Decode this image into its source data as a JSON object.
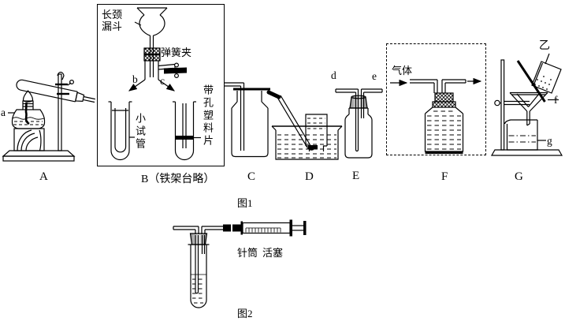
{
  "figure1": {
    "caption": "图1",
    "a": {
      "caption": "A",
      "port_a": "a"
    },
    "b": {
      "caption": "B（铁架台略）",
      "funnel_label": "长颈\n漏斗",
      "spring_clamp_label": "弹簧夹",
      "port_b": "b",
      "port_c": "c",
      "small_test_tube_label": "小试管",
      "perforated_plastic_label": "带孔塑料片"
    },
    "c": {
      "caption": "C"
    },
    "d": {
      "caption": "D"
    },
    "e": {
      "caption": "E",
      "port_d": "d",
      "port_e": "e"
    },
    "f": {
      "caption": "F",
      "gas_label": "气体"
    },
    "g": {
      "caption": "G",
      "pour_beaker_label": "乙",
      "port_f": "f",
      "port_g": "g"
    }
  },
  "figure2": {
    "caption": "图2",
    "syringe_label": "针筒",
    "piston_label": "活塞"
  },
  "colors": {
    "ink": "#000000",
    "stopper_gray": "#8a8a8a"
  }
}
